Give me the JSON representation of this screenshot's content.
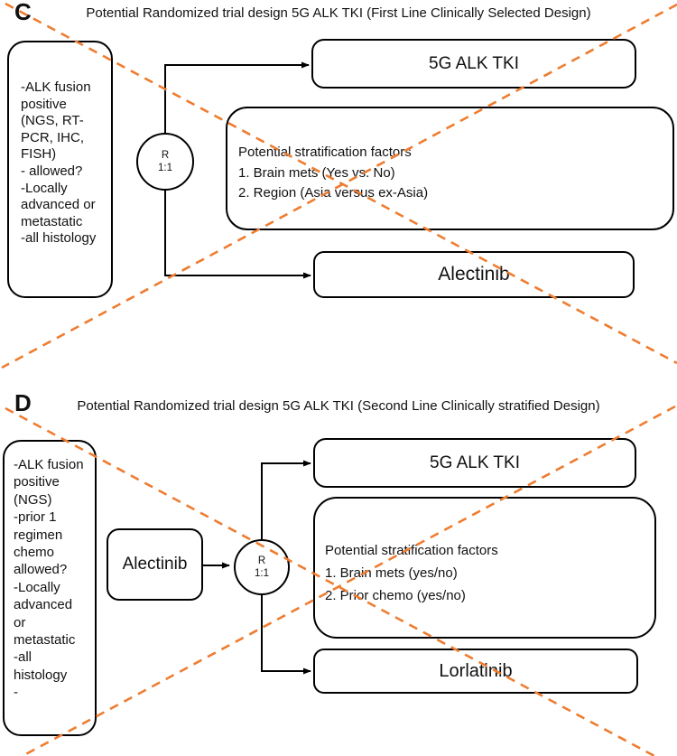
{
  "colors": {
    "watermark": "#ED7D31",
    "line": "#000000"
  },
  "diagram_c": {
    "label": "C",
    "title": "Potential Randomized trial design 5G ALK TKI (First Line Clinically Selected Design)",
    "eligibility": "-ALK fusion\npositive\n(NGS, RT-\nPCR, IHC,\nFISH)\n- allowed?\n-Locally\nadvanced or\nmetastatic\n-all histology",
    "randomization": {
      "symbol": "R",
      "ratio": "1:1"
    },
    "arm_top": "5G ALK TKI",
    "stratification": "Potential stratification factors\n1. Brain mets (Yes vs. No)\n2. Region (Asia versus ex-Asia)",
    "arm_bottom": "Alectinib"
  },
  "diagram_d": {
    "label": "D",
    "title": "Potential Randomized trial design 5G ALK TKI (Second Line Clinically stratified Design)",
    "eligibility": "-ALK fusion\npositive\n(NGS)\n-prior 1\nregimen\nchemo\nallowed?\n-Locally\nadvanced\nor\nmetastatic\n-all\nhistology\n-",
    "prior_treatment": "Alectinib",
    "randomization": {
      "symbol": "R",
      "ratio": "1:1"
    },
    "arm_top": "5G ALK TKI",
    "stratification": "Potential stratification factors\n1. Brain mets (yes/no)\n2. Prior chemo (yes/no)",
    "arm_bottom": "Lorlatinib"
  }
}
